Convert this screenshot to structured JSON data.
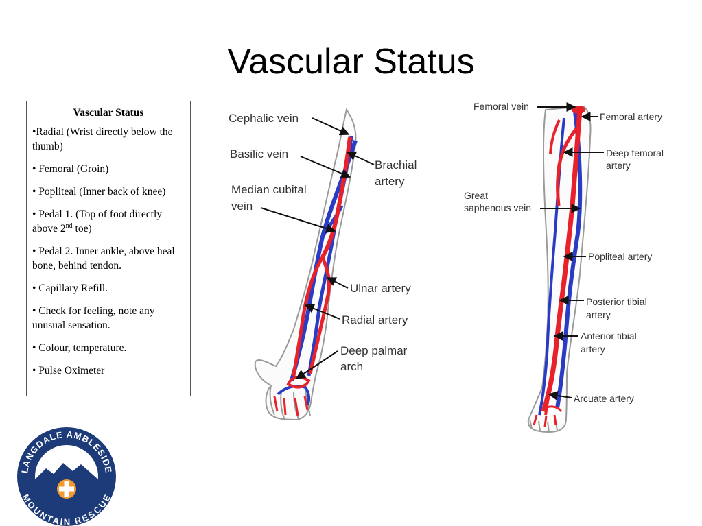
{
  "slide": {
    "title": "Vascular Status"
  },
  "info_box": {
    "heading": "Vascular Status",
    "items": [
      "•Radial (Wrist directly below the thumb)",
      "• Femoral (Groin)",
      "• Popliteal (Inner back of knee)",
      "• Pedal 1. (Top of foot directly above 2",
      "• Pedal 2. Inner ankle, above heal bone, behind tendon.",
      "• Capillary Refill.",
      "• Check for feeling, note any unusual sensation.",
      "• Colour, temperature.",
      "• Pulse Oximeter"
    ],
    "pedal_superscript": "nd",
    "pedal_suffix": " toe)"
  },
  "arm_diagram": {
    "labels": {
      "cephalic_vein": "Cephalic vein",
      "basilic_vein": "Basilic vein",
      "brachial_artery_1": "Brachial",
      "brachial_artery_2": "artery",
      "median_cubital_vein_1": "Median cubital",
      "median_cubital_vein_2": "vein",
      "ulnar_artery": "Ulnar artery",
      "radial_artery": "Radial artery",
      "deep_palmar_arch_1": "Deep palmar",
      "deep_palmar_arch_2": "arch"
    }
  },
  "leg_diagram": {
    "labels": {
      "femoral_vein": "Femoral vein",
      "femoral_artery": "Femoral artery",
      "deep_femoral_artery_1": "Deep femoral",
      "deep_femoral_artery_2": "artery",
      "great_saphenous_vein_1": "Great",
      "great_saphenous_vein_2": "saphenous vein",
      "popliteal_artery": "Popliteal artery",
      "posterior_tibial_artery_1": "Posterior tibial",
      "posterior_tibial_artery_2": "artery",
      "anterior_tibial_artery_1": "Anterior tibial",
      "anterior_tibial_artery_2": "artery",
      "arcuate_artery": "Arcuate artery"
    }
  },
  "logo": {
    "top_text": "LANGDALE AMBLESIDE",
    "bottom_text": "MOUNTAIN RESCUE"
  },
  "colors": {
    "artery_red": "#e8222a",
    "vein_blue": "#2a3cc4",
    "logo_navy": "#1d3b78",
    "logo_orange": "#f29a2e"
  }
}
